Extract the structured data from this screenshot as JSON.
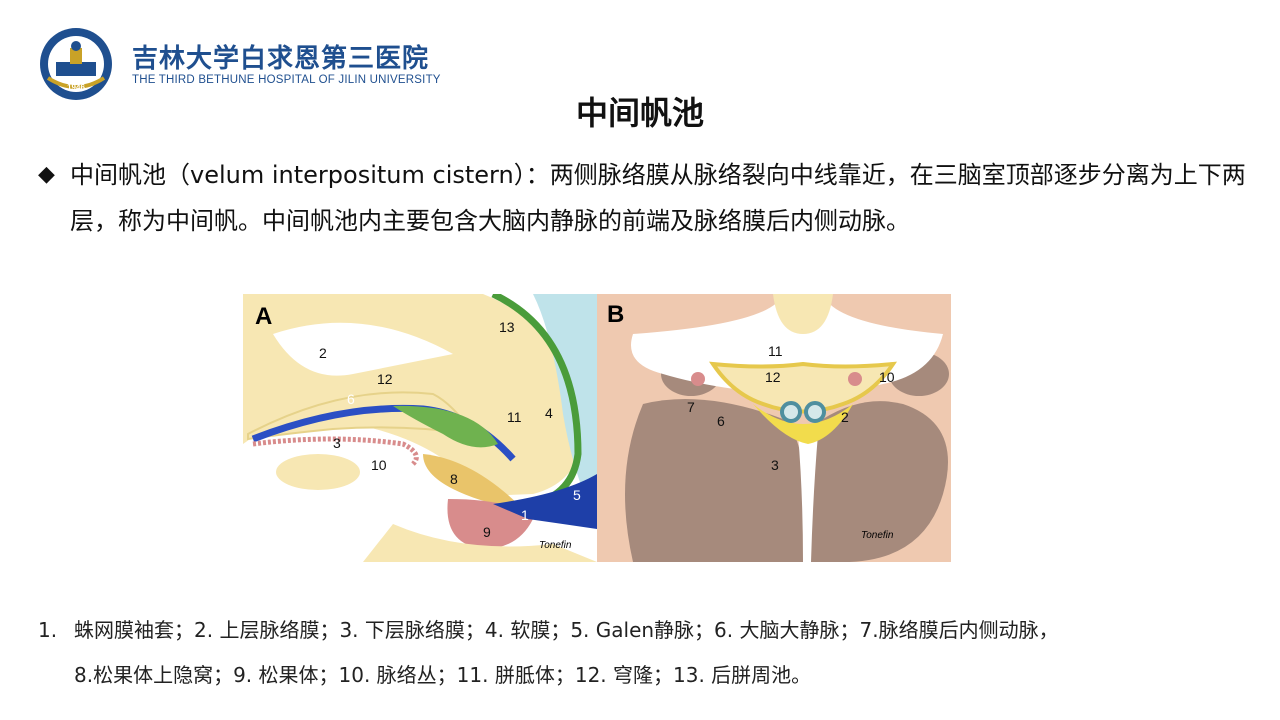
{
  "header": {
    "logo_year": "1946",
    "brand_cn": "吉林大学白求恩第三医院",
    "brand_en": "THE THIRD BETHUNE HOSPITAL OF JILIN UNIVERSITY"
  },
  "slide": {
    "title": "中间帆池",
    "bullet_mark": "◆",
    "bullet_text": "中间帆池（velum interpositum cistern）：两侧脉络膜从脉络裂向中线靠近，在三脑室顶部逐步分离为上下两层，称为中间帆。中间帆池内主要包含大脑内静脉的前端及脉络膜后内侧动脉。"
  },
  "figure": {
    "panel_a": {
      "letter": "A",
      "labels": {
        "l1": "1",
        "l2": "2",
        "l3": "3",
        "l4": "4",
        "l5": "5",
        "l6": "6",
        "l8": "8",
        "l9": "9",
        "l10": "10",
        "l11": "11",
        "l12": "12",
        "l13": "13"
      },
      "signature": "Tonefin"
    },
    "panel_b": {
      "letter": "B",
      "labels": {
        "l2": "2",
        "l3": "3",
        "l6": "6",
        "l7": "7",
        "l10": "10",
        "l11": "11",
        "l12": "12"
      },
      "signature": "Tonefin"
    }
  },
  "legend": {
    "number": "1.",
    "line1": "蛛网膜袖套；2. 上层脉络膜；3. 下层脉络膜；4. 软膜；5. Galen静脉；6. 大脑大静脉；7.脉络膜后内侧动脉，",
    "line2": "8.松果体上隐窝；9. 松果体；10. 脉络丛；11. 胼胝体；12. 穹隆；13. 后胼周池。"
  },
  "colors": {
    "brand": "#1f4f8f",
    "tissue": "#f7e7b3",
    "pia_green": "#4a9c3a",
    "vein_blue": "#1e3fa8",
    "pineal": "#d88c8c",
    "panel_b_bg": "#efc9b0",
    "thalamus": "#a68a7c",
    "cistern": "#bfe3ea"
  }
}
